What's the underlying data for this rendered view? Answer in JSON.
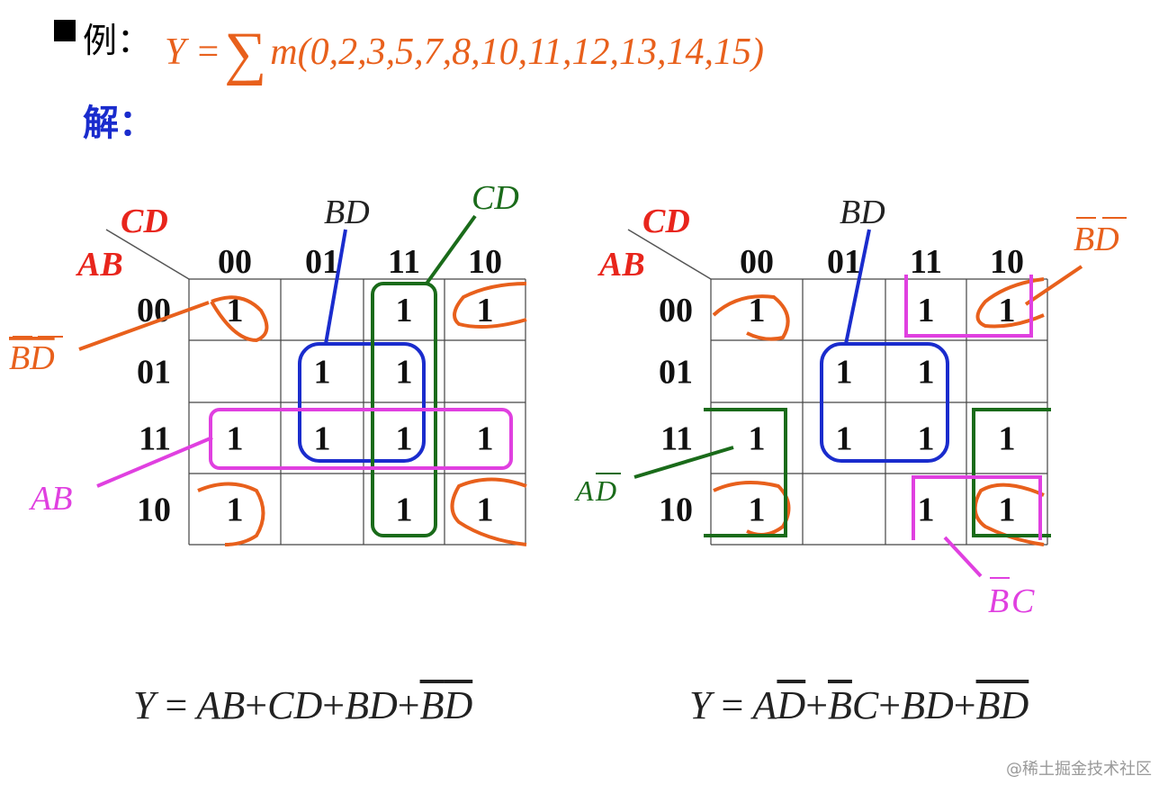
{
  "header": {
    "example_label": "例：",
    "expr_prefix": "Y =",
    "sigma": "∑",
    "expr_body": "m(0,2,3,5,7,8,10,11,12,13,14,15)",
    "solution_label": "解："
  },
  "kmap_common": {
    "row_var": "AB",
    "col_var": "CD",
    "col_headers": [
      "00",
      "01",
      "11",
      "10"
    ],
    "row_headers": [
      "00",
      "01",
      "11",
      "10"
    ],
    "cells": [
      [
        "1",
        "",
        "1",
        "1"
      ],
      [
        "",
        "1",
        "1",
        ""
      ],
      [
        "1",
        "1",
        "1",
        "1"
      ],
      [
        "1",
        "",
        "1",
        "1"
      ]
    ]
  },
  "left_map": {
    "labels": {
      "bd": "BD",
      "cd": "CD",
      "ab": "AB",
      "bdbar": "BD"
    },
    "formula": {
      "y": "Y",
      "eq": "=",
      "t1": "AB",
      "t2": "CD",
      "t3": "BD",
      "t4a": "B",
      "t4b": "D",
      "plus": "+"
    }
  },
  "right_map": {
    "labels": {
      "bd": "BD",
      "bdbar": "BD",
      "adbar_a": "A",
      "adbar_d": "D",
      "bcbar_b": "B",
      "bcbar_c": "C"
    },
    "formula": {
      "y": "Y",
      "eq": "=",
      "t1a": "A",
      "t1b": "D",
      "t2a": "B",
      "t2b": "C",
      "t3": "BD",
      "t4a": "B",
      "t4b": "D",
      "plus": "+"
    }
  },
  "colors": {
    "red": "#e8251c",
    "orange": "#e8601c",
    "blue": "#1a2ccd",
    "green": "#1a6b1a",
    "magenta": "#e040e0"
  },
  "watermark": "@稀土掘金技术社区"
}
